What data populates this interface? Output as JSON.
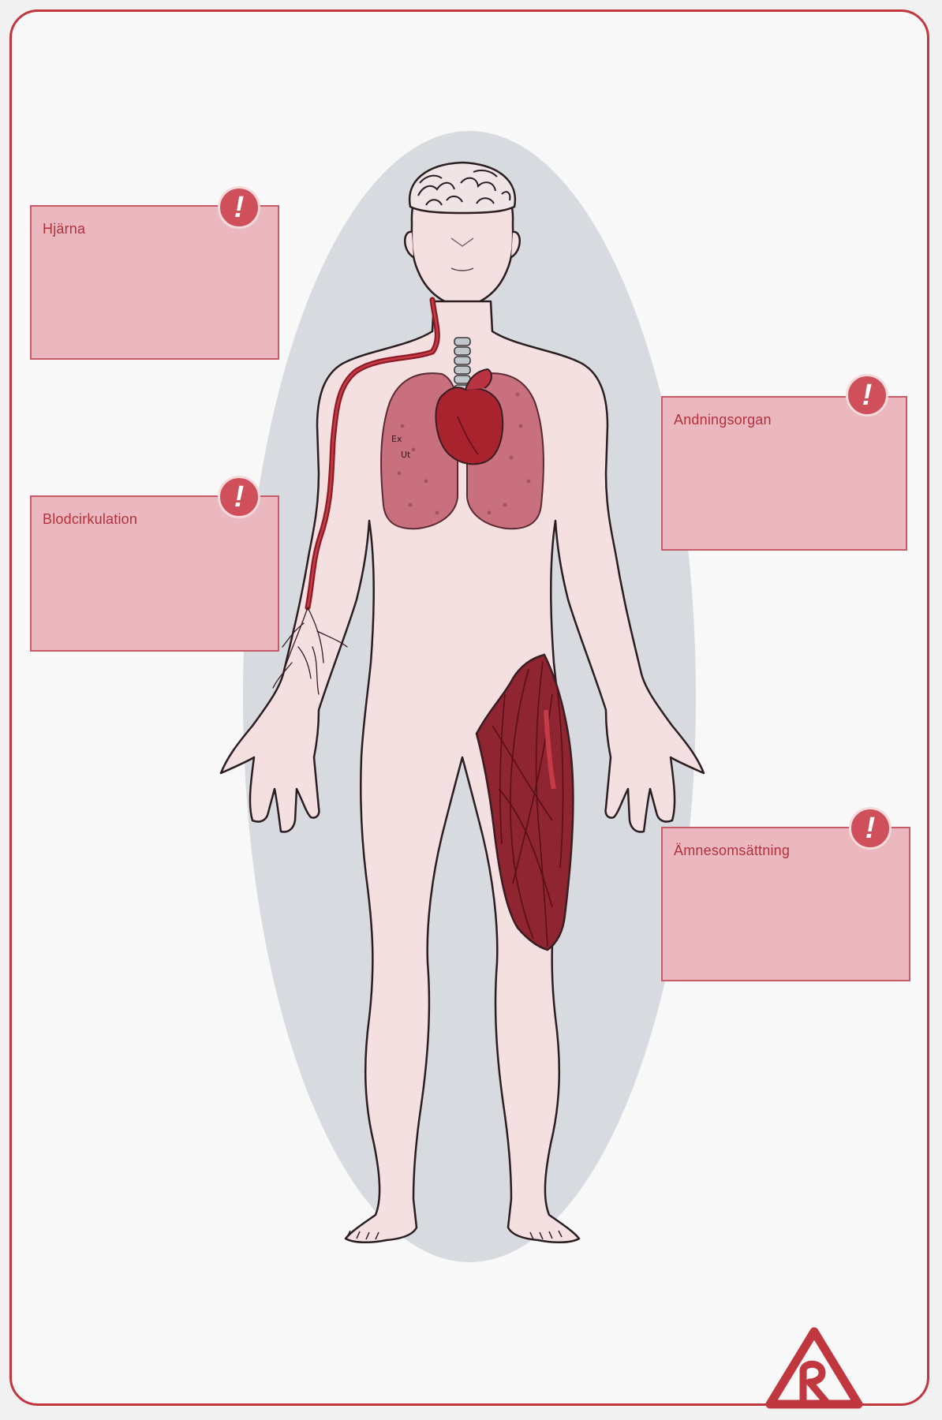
{
  "boxes": {
    "brain": {
      "title": "Hjärna",
      "badge": "!"
    },
    "circulation": {
      "title": "Blodcirkulation",
      "badge": "!"
    },
    "respiration": {
      "title": "Andningsorgan",
      "badge": "!"
    },
    "metabolism": {
      "title": "Ämnesomsättning",
      "badge": "!"
    }
  },
  "colors": {
    "frame": "#c1373f",
    "box_fill": "#ebb8c0",
    "box_border": "#c95b68",
    "badge": "#cf4f5b",
    "skin": "#f4dfe1",
    "ellipse": "#d7dade",
    "organ": "#a9232f",
    "organ_light": "#c9707e"
  },
  "icons": {
    "badge_icon": "exclamation-icon",
    "logo": "triangle-logo-icon"
  }
}
